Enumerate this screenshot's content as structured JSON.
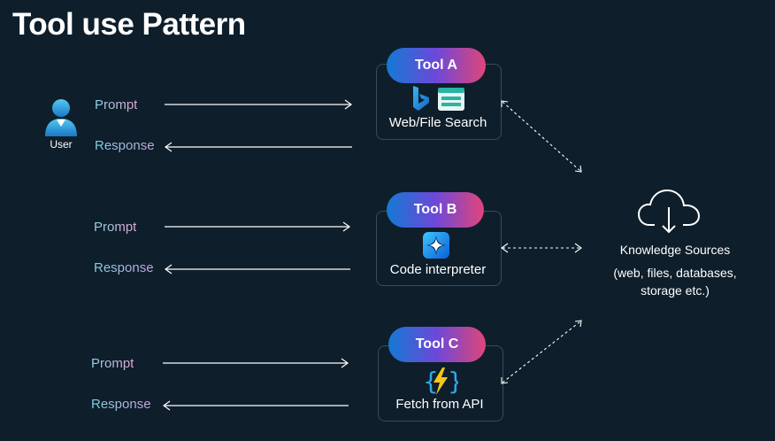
{
  "title": "Tool use Pattern",
  "user": {
    "label": "User",
    "icon": "user-icon"
  },
  "rows": [
    {
      "prompt": "Prompt",
      "response": "Response"
    },
    {
      "prompt": "Prompt",
      "response": "Response"
    },
    {
      "prompt": "Prompt",
      "response": "Response"
    }
  ],
  "tools": [
    {
      "name": "Tool A",
      "caption": "Web/File Search",
      "icons": [
        "bing-icon",
        "file-search-icon"
      ]
    },
    {
      "name": "Tool B",
      "caption": "Code interpreter",
      "icons": [
        "sparkle-icon"
      ]
    },
    {
      "name": "Tool C",
      "caption": "Fetch from API",
      "icons": [
        "function-bolt-icon"
      ]
    }
  ],
  "knowledge": {
    "title": "Knowledge Sources",
    "subtitle_line1": "(web, files, databases,",
    "subtitle_line2": "storage etc.)",
    "icon": "cloud-download-icon"
  },
  "colors": {
    "background": "#0e1e2a",
    "pill_start": "#1479d4",
    "pill_mid": "#6d48d8",
    "pill_end": "#e0457a",
    "box_border": "#3b4c58"
  }
}
